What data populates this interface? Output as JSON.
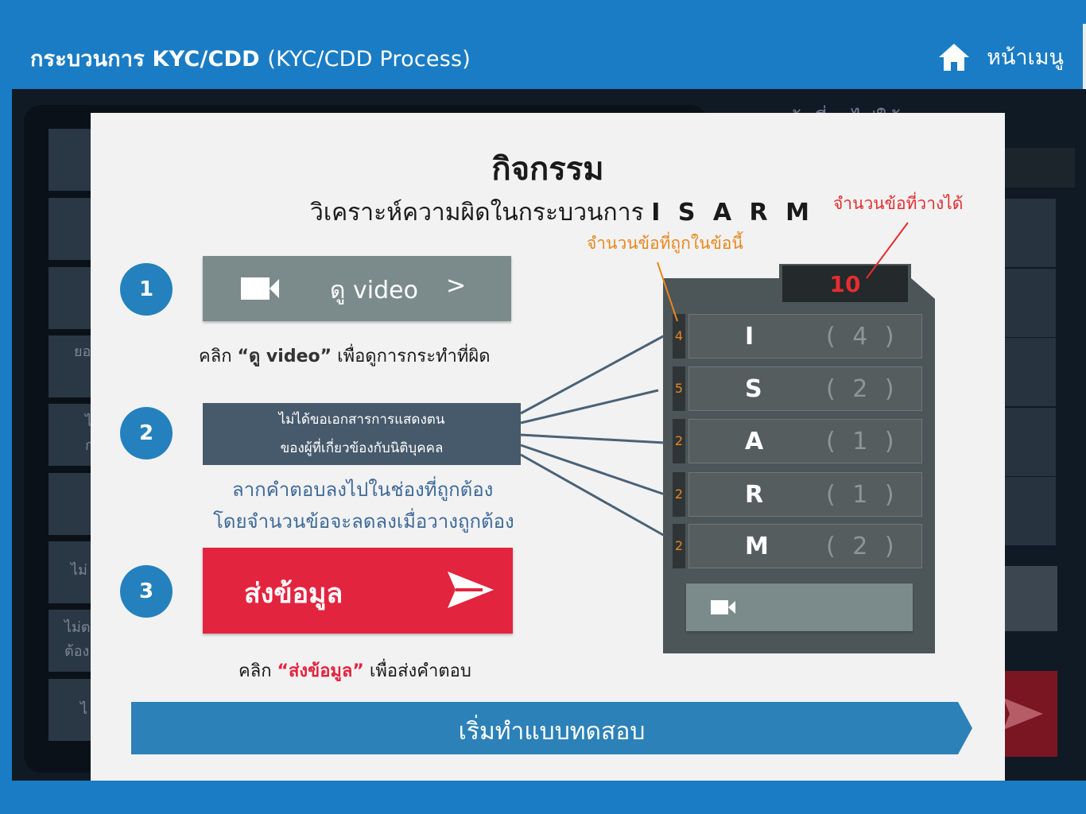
{
  "header": {
    "title_main": "กระบวนการ KYC/CDD",
    "title_sub": "(KYC/CDD Process)",
    "home_label": "หน้าเมนู",
    "home_icon": "home-icon"
  },
  "background": {
    "rows": [
      {
        "label": ""
      },
      {
        "label": ""
      },
      {
        "label": ""
      },
      {
        "label": "ยอ"
      },
      {
        "label": "ไ ก"
      },
      {
        "label": ""
      },
      {
        "label": "ไม่"
      },
      {
        "label": "ไม่ต ต้อง"
      },
      {
        "label": "ไ"
      }
    ],
    "right_text": "ข้อที่ถูกไม่ใช้ครบ"
  },
  "modal": {
    "title": "กิจกรรม",
    "subtitle_prefix": "วิเคราะห์ความผิดในกระบวนการ",
    "subtitle_code": "I S A R M",
    "steps": [
      {
        "number": "1"
      },
      {
        "number": "2"
      },
      {
        "number": "3"
      }
    ],
    "video_button": {
      "label": "ดู video",
      "chevron": ">",
      "icon": "video-camera-icon"
    },
    "step1_caption": {
      "prefix": "คลิก",
      "quoted": "“ดู video”",
      "suffix": "เพื่อดูการกระทำที่ผิด"
    },
    "answer_card": {
      "line1": "ไม่ได้ขอเอกสารการแสดงตน",
      "line2": "ของผู้ที่เกี่ยวข้องกับนิติบุคคล"
    },
    "step2_caption_line1": "ลากคำตอบลงไปในช่องที่ถูกต้อง",
    "step2_caption_line2": "โดยจำนวนข้อจะลดลงเมื่อวางถูกต้อง",
    "send_button": {
      "label": "ส่งข้อมูล",
      "icon": "send-arrow-icon"
    },
    "step3_caption": {
      "prefix": "คลิก",
      "quoted": "“ส่งข้อมูล”",
      "suffix": "เพื่อส่งคำตอบ"
    },
    "start_button": {
      "label": "เริ่มทำแบบทดสอบ"
    },
    "note_placeable": "จำนวนข้อที่วางได้",
    "note_correct": "จำนวนข้อที่ถูกในข้อนี้"
  },
  "panel": {
    "counter": "10",
    "slots": [
      {
        "count": "4",
        "letter": "I",
        "paren": "( 4 )"
      },
      {
        "count": "5",
        "letter": "S",
        "paren": "( 2 )"
      },
      {
        "count": "2",
        "letter": "A",
        "paren": "( 1 )"
      },
      {
        "count": "2",
        "letter": "R",
        "paren": "( 1 )"
      },
      {
        "count": "2",
        "letter": "M",
        "paren": "( 2 )"
      }
    ]
  },
  "colors": {
    "header_blue": "#1a7cc4",
    "step_blue": "#2481bd",
    "send_red": "#e3243f",
    "counter_red": "#e52d30",
    "note_orange": "#e8871e",
    "card_slate": "#475a6c",
    "video_gray": "#7b8b8b"
  }
}
